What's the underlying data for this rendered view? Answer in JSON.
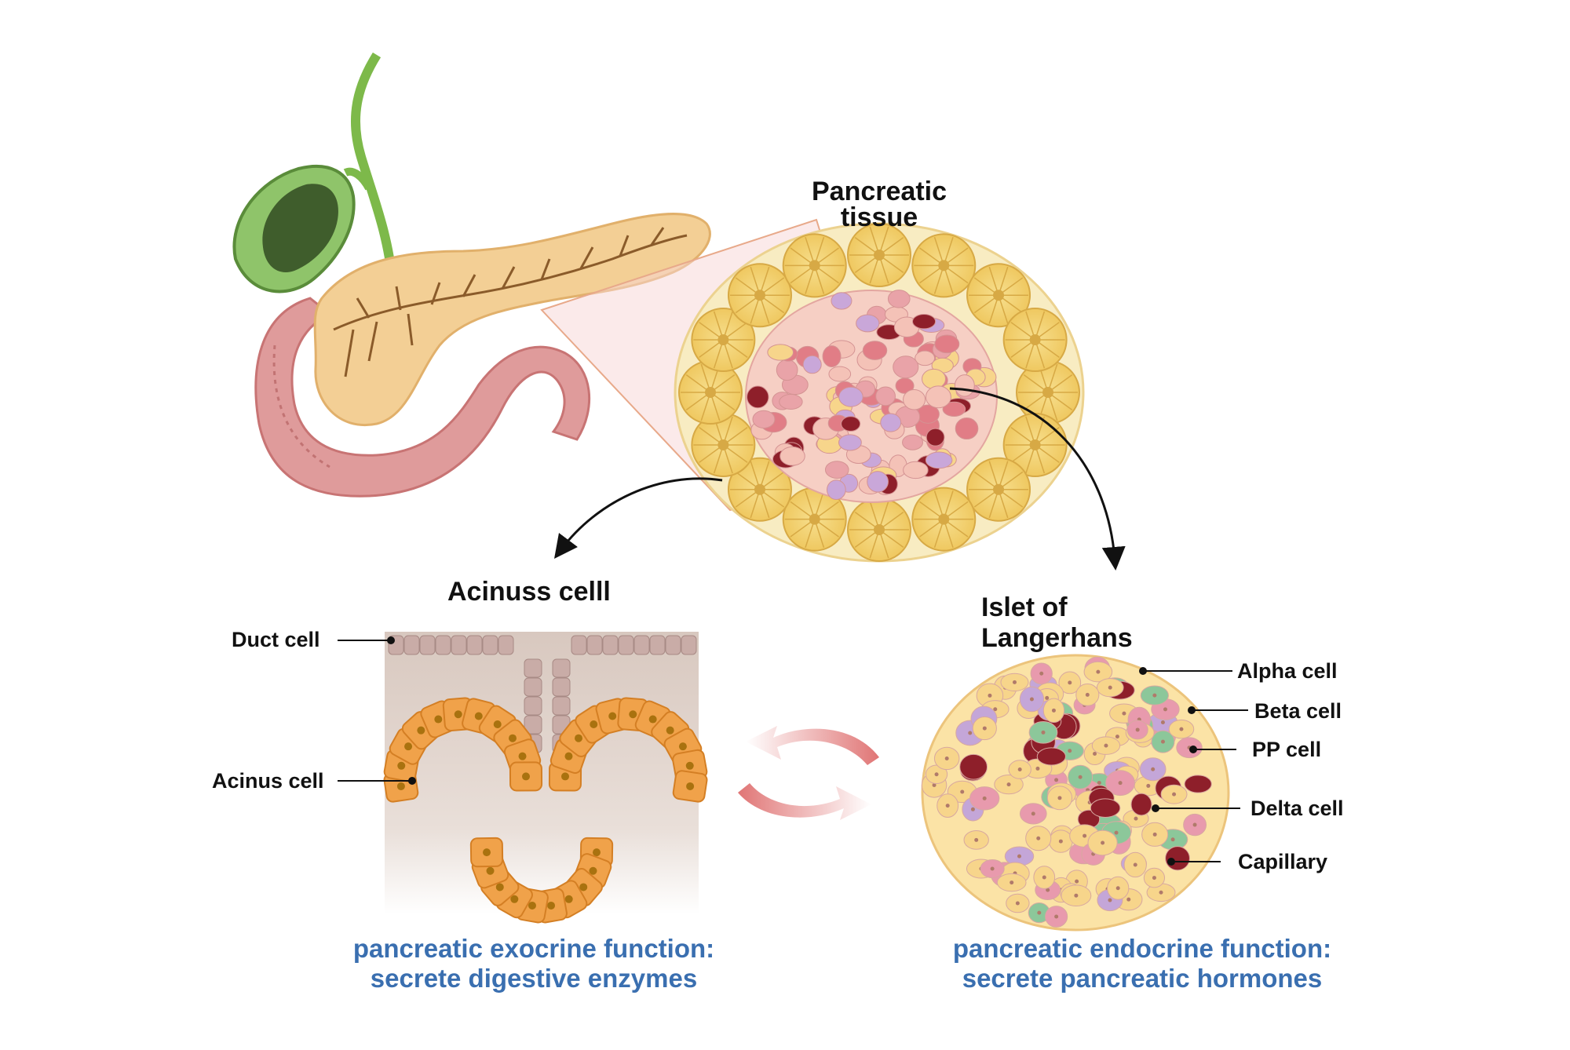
{
  "labels": {
    "pancreatic_tissue": [
      "Pancreatic",
      "tissue"
    ],
    "acinus_title": "Acinuss celll",
    "islet_title": [
      "Islet of",
      "Langerhans"
    ],
    "duct_cell": "Duct cell",
    "acinus_cell": "Acinus cell",
    "alpha_cell": "Alpha cell",
    "beta_cell": "Beta cell",
    "pp_cell": "PP cell",
    "delta_cell": "Delta cell",
    "capillary": "Capillary"
  },
  "captions": {
    "exocrine": [
      "pancreatic exocrine function:",
      "secrete digestive enzymes"
    ],
    "endocrine": [
      "pancreatic endocrine  function:",
      "secrete pancreatic hormones"
    ]
  },
  "colors": {
    "pancreas": "#f3cf95",
    "duodenum": "#df8d8d",
    "gallbladder": "#5a8c3a",
    "duct": "#8a5b2a",
    "acinus": "#f0a24a",
    "islet_bg": "#fbe3a6",
    "capillary": "#8e1f2a",
    "alpha": "#e89aad",
    "pp": "#8cc79a",
    "delta": "#c4a6d8",
    "caption_blue": "#3a6fb0"
  }
}
